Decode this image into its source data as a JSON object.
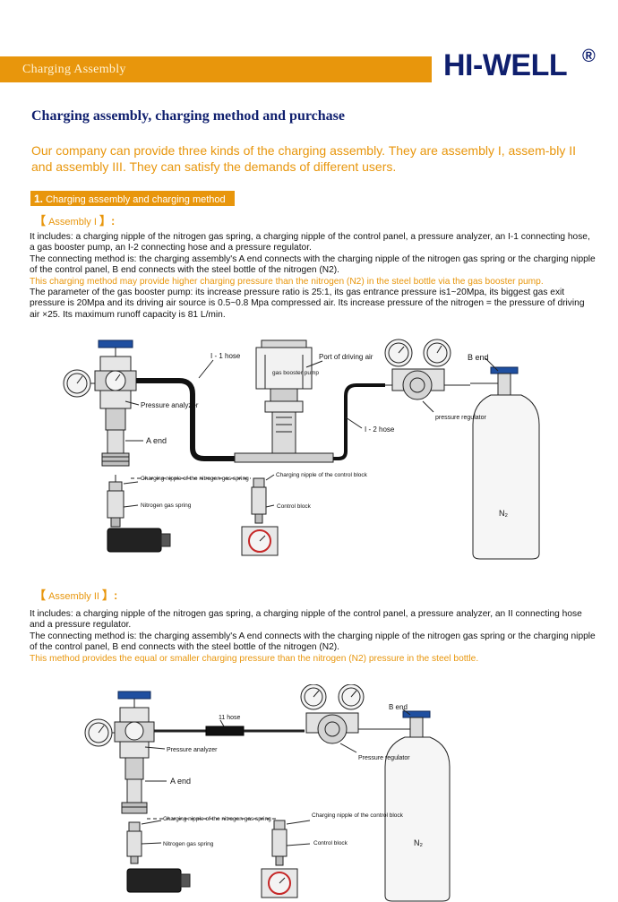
{
  "header": {
    "section_tag": "Charging Assembly",
    "logo": "HI-WELL",
    "logo_mark": "®"
  },
  "title": "Charging assembly, charging method and purchase",
  "intro": "Our company can provide three kinds of the charging assembly. They are assembly I, assem-bly II and assembly III. They can satisfy the demands of different users.",
  "section1": {
    "number": "1.",
    "label": "Charging assembly and charging method"
  },
  "assembly1": {
    "heading": "Assembly I",
    "includes": "It includes: a charging nipple of the nitrogen gas spring, a charging nipple of the control panel, a pressure analyzer, an I-1 connecting hose, a gas booster pump, an I-2 connecting hose and a pressure regulator.",
    "method": "The connecting method is: the charging assembly's A end connects with the charging nipple of the nitrogen gas spring or the charging nipple of the control panel, B end connects with the steel bottle of the nitrogen (N2).",
    "note": "This charging method may provide higher charging pressure than the nitrogen (N2) in the steel bottle via the gas booster pump.",
    "parameter": "The parameter of the gas booster pump: its increase pressure ratio is 25:1, its gas entrance pressure is1~20Mpa, its biggest gas exit pressure is 20Mpa and its driving air source is 0.5~0.8 Mpa compressed air. Its increase pressure of the nitrogen = the pressure of driving air ×25. Its maximum runoff capacity is 81 L/min.",
    "diagram": {
      "hose1": "I - 1  hose",
      "booster": "gas booster pump",
      "driving_port": "Port of driving air",
      "b_end": "B end",
      "pressure_analyzer": "Pressure analyzer",
      "a_end": "A end",
      "hose2": "I - 2  hose",
      "regulator": "pressure regulator",
      "nipple_spring": "Charging nipple of the nitrogen gas spring",
      "nipple_control": "Charging nipple of the control block",
      "gas_spring": "Nitrogen gas spring",
      "control_block": "Control block",
      "bottle": "N₂"
    }
  },
  "assembly2": {
    "heading": "Assembly II",
    "includes": "It includes: a charging nipple of the nitrogen gas spring, a charging nipple of the control panel, a pressure analyzer, an II connecting hose and a pressure regulator.",
    "method": "The connecting method is: the charging assembly's A end connects with the charging nipple of the nitrogen gas spring or the charging nipple of the control panel, B end connects with the steel bottle of the nitrogen (N2).",
    "note": "This method provides the equal or smaller charging pressure than the nitrogen (N2) pressure in the steel bottle.",
    "diagram": {
      "hose": "11  hose",
      "b_end": "B end",
      "pressure_analyzer": "Pressure analyzer",
      "regulator": "Pressure regulator",
      "a_end": "A end",
      "nipple_spring": "Charging nipple of the nitrogen gas spring",
      "nipple_control": "Charging nipple of the control block",
      "gas_spring": "Nitrogen gas spring",
      "control_block": "Control block",
      "bottle": "N₂"
    }
  }
}
